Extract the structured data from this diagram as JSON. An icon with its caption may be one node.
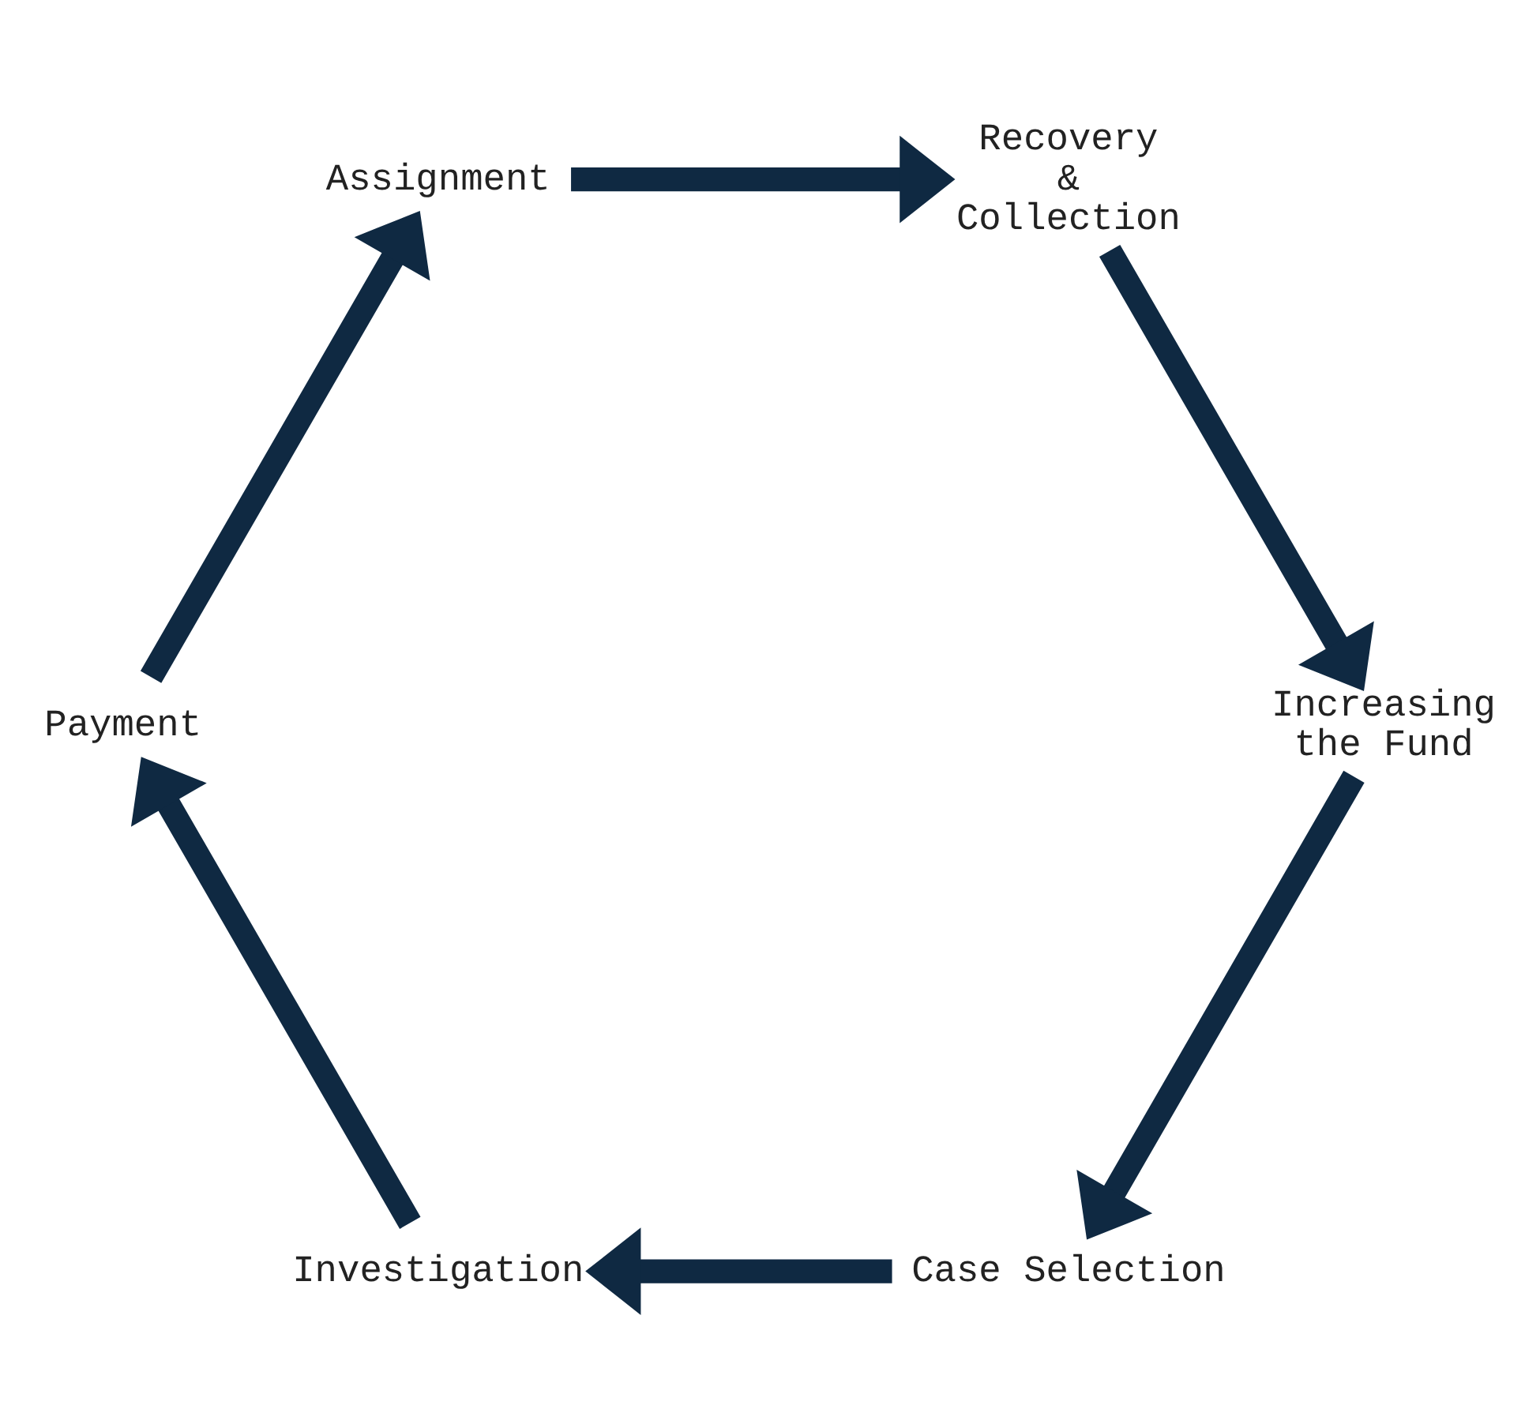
{
  "diagram": {
    "nodes": [
      {
        "text": [
          "Case Selection"
        ]
      },
      {
        "text": [
          "Investigation"
        ]
      },
      {
        "text": [
          "Payment"
        ]
      },
      {
        "text": [
          "Assignment"
        ]
      },
      {
        "text": [
          "Recovery & Collection"
        ]
      },
      {
        "text": [
          "Increasing the Fund"
        ]
      }
    ],
    "edges": [
      {
        "from": 0,
        "to": 1,
        "arrow": "to"
      },
      {
        "from": 1,
        "to": 2,
        "arrow": "to"
      },
      {
        "from": 2,
        "to": 3,
        "arrow": "to"
      },
      {
        "from": 3,
        "to": 4,
        "arrow": "to"
      },
      {
        "from": 4,
        "to": 5,
        "arrow": "to"
      },
      {
        "from": 5,
        "to": 0,
        "arrow": "to"
      }
    ]
  }
}
